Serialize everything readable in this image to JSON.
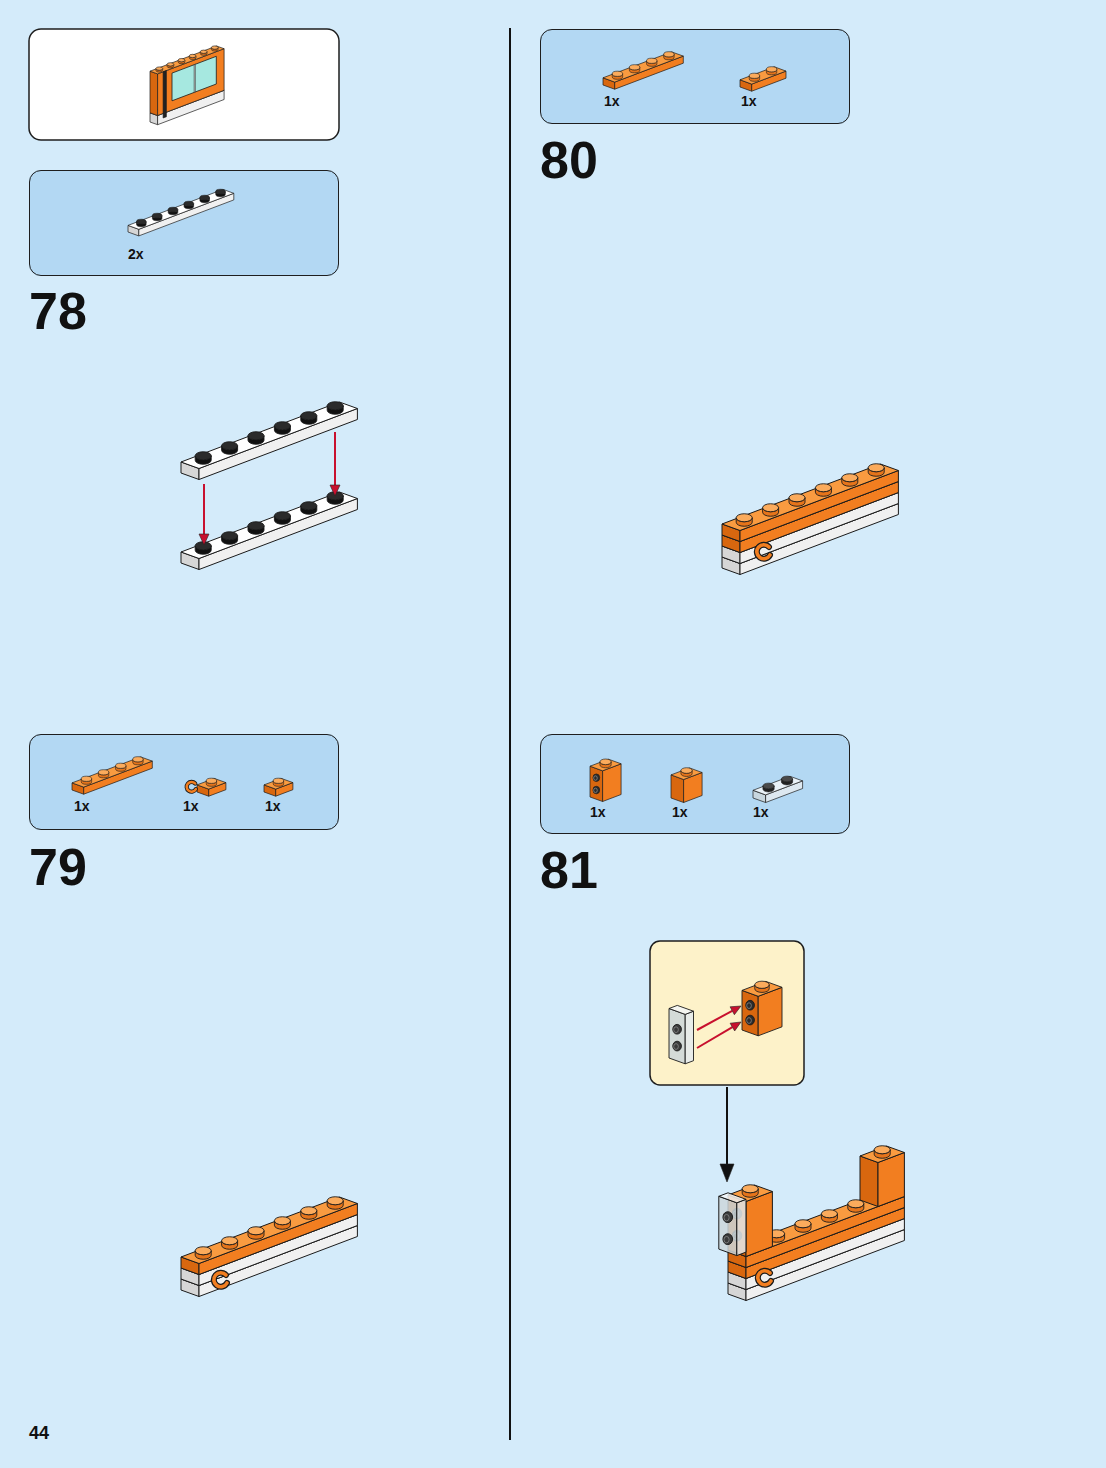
{
  "diagram": {
    "nodes": [
      {
        "text": [
          "2x"
        ]
      },
      {
        "text": [
          "1x",
          "1x",
          "1x"
        ]
      },
      {
        "text": [
          "1x",
          "1x"
        ]
      },
      {
        "text": [
          "1x",
          "1x",
          "1x"
        ]
      }
    ],
    "labels": [
      "78",
      "79",
      "80",
      "81",
      "44"
    ]
  }
}
